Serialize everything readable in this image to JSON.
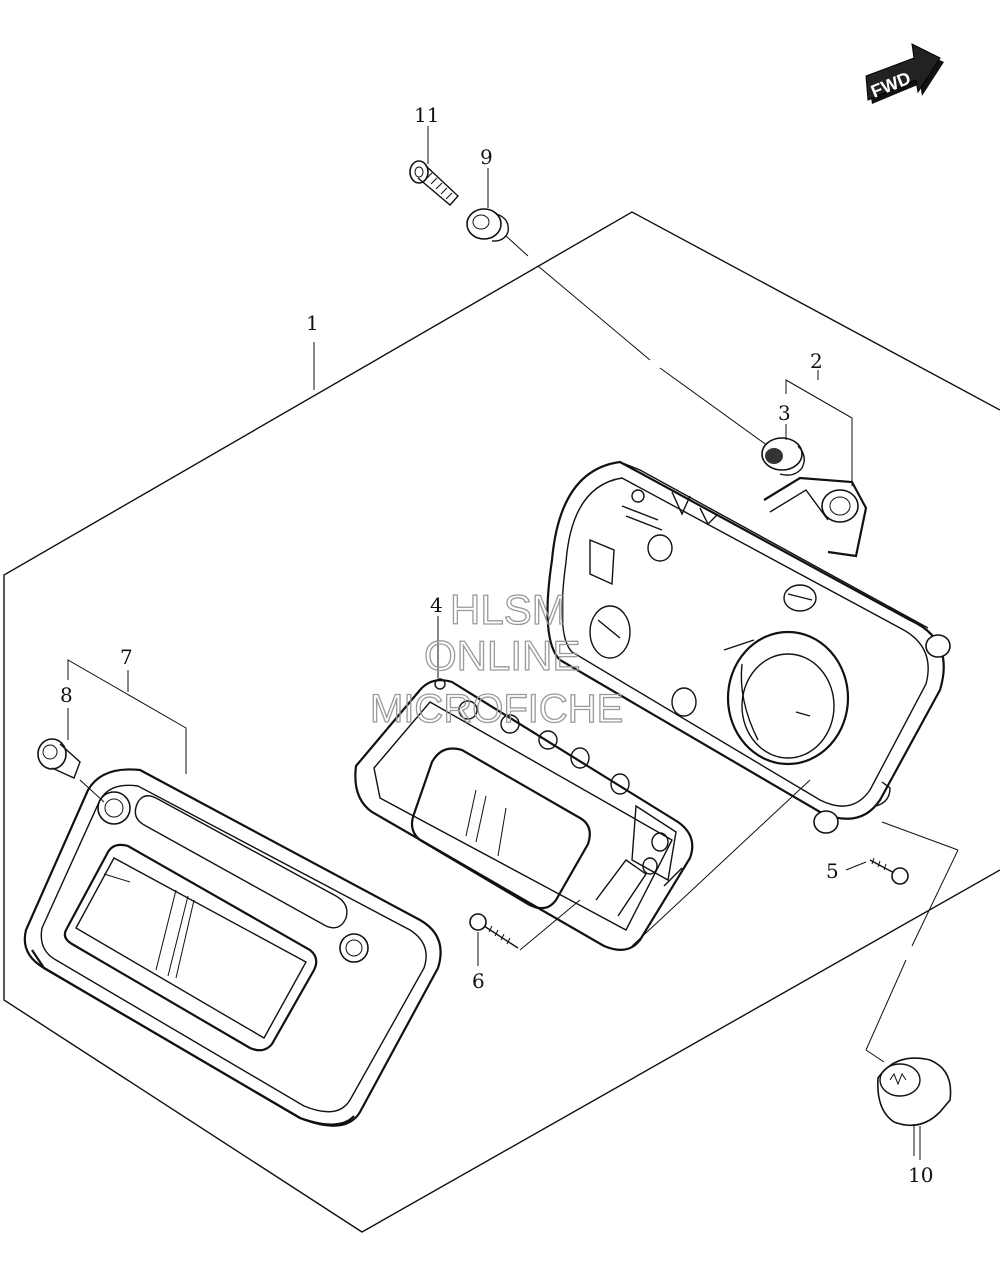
{
  "fwd_label": "FWD",
  "watermark": {
    "line1": "HLSM",
    "line2": "ONLINE",
    "line3": "MICROFICHE"
  },
  "callouts": [
    {
      "id": "1",
      "label": "1"
    },
    {
      "id": "2",
      "label": "2"
    },
    {
      "id": "3",
      "label": "3"
    },
    {
      "id": "4",
      "label": "4"
    },
    {
      "id": "5",
      "label": "5"
    },
    {
      "id": "6",
      "label": "6"
    },
    {
      "id": "7",
      "label": "7"
    },
    {
      "id": "8",
      "label": "8"
    },
    {
      "id": "9",
      "label": "9"
    },
    {
      "id": "10",
      "label": "10"
    },
    {
      "id": "11",
      "label": "11"
    }
  ]
}
